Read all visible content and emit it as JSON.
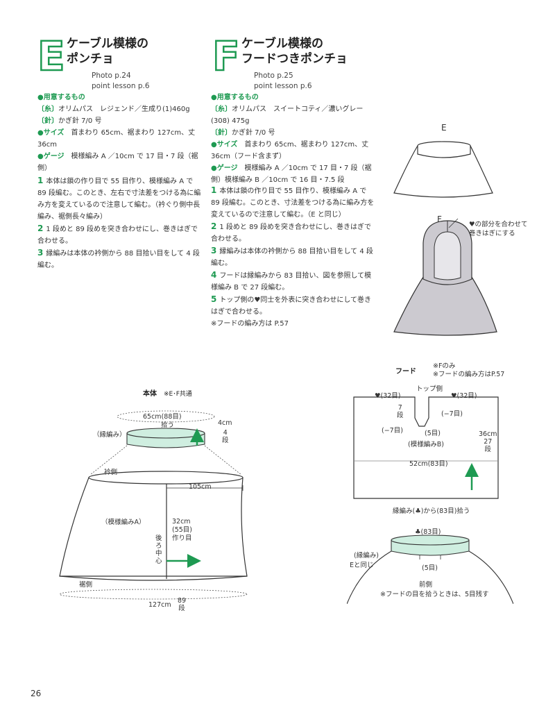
{
  "left": {
    "letter": "E",
    "title_line1": "ケーブル模様の",
    "title_line2": "ポンチョ",
    "photo": "Photo p.24",
    "lesson": "point lesson p.6",
    "materials_head": "●用意するもの",
    "yarn_tag": "〔糸〕",
    "yarn": "オリムパス　レジェンド／生成り(1)460g",
    "needle_tag": "〔針〕",
    "needle": "かぎ針 7/0 号",
    "size_tag": "●サイズ",
    "size": "首まわり 65cm、裾まわり 127cm、丈 36cm",
    "gauge_tag": "●ゲージ",
    "gauge": "模様編み A ／10cm で 17 目・7 段（裾側）",
    "steps": [
      {
        "n": "1",
        "t": "本体は鎖の作り目で 55 目作り、模様編み A で 89 段編む。このとき、左右で寸法差をつける為に編み方を変えているので注意して編む。（衿ぐり側中長編み、裾側長々編み）"
      },
      {
        "n": "2",
        "t": "1 段めと 89 段めを突き合わせにし、巻きはぎで合わせる。"
      },
      {
        "n": "3",
        "t": "縁編みは本体の衿側から 88 目拾い目をして 4 段編む。"
      }
    ]
  },
  "right": {
    "letter": "F",
    "title_line1": "ケーブル模様の",
    "title_line2": "フードつきポンチョ",
    "photo": "Photo p.25",
    "lesson": "point lesson p.6",
    "materials_head": "●用意するもの",
    "yarn_tag": "〔糸〕",
    "yarn": "オリムパス　スイートコティ／濃いグレー(308) 475g",
    "needle_tag": "〔針〕",
    "needle": "かぎ針 7/0 号",
    "size_tag": "●サイズ",
    "size": "首まわり 65cm、裾まわり 127cm、丈 36cm（フード含まず）",
    "gauge_tag": "●ゲージ",
    "gauge": "模様編み A ／10cm で 17 目・7 段（裾側）模様編み B ／10cm で 16 目・7.5 段",
    "steps": [
      {
        "n": "1",
        "t": "本体は鎖の作り目で 55 目作り、模様編み A で 89 段編む。このとき、寸法差をつける為に編み方を変えているので注意して編む。（E と同じ）"
      },
      {
        "n": "2",
        "t": "1 段めと 89 段めを突き合わせにし、巻きはぎで合わせる。"
      },
      {
        "n": "3",
        "t": "縁編みは本体の衿側から 88 目拾い目をして 4 段編む。"
      },
      {
        "n": "4",
        "t": "フードは縁編みから 83 目拾い、図を参照して模様編み B で 27 段編む。"
      },
      {
        "n": "5",
        "t": "トップ側の♥同士を外表に突き合わせにして巻きはぎで合わせる。"
      }
    ],
    "note": "※フードの編み方は P.57"
  },
  "illus": {
    "label_e": "E",
    "label_f": "F",
    "f_note_line1": "♥の部分を合わせて",
    "f_note_line2": "巻きはぎにする"
  },
  "body_diagram": {
    "title": "本体",
    "title_note": "※E･F共通",
    "neck": "65cm(88目)",
    "neck_pick": "拾う",
    "edge": "（縁編み）",
    "edge_h": "4cm",
    "edge_rows_a": "4",
    "edge_rows_b": "段",
    "collar_side": "衿側",
    "width": "105cm",
    "pattern": "（模様編みA）",
    "height": "32cm",
    "height_st": "(55目)",
    "height_make": "作り目",
    "back_center": "後ろ中心",
    "hem_side": "裾側",
    "hem": "127cm",
    "hem_rows_a": "89",
    "hem_rows_b": "段"
  },
  "hood_diagram": {
    "title": "フード",
    "note1": "※Fのみ",
    "note2": "※フードの編み方はP.57",
    "top_side": "トップ側",
    "left_top": "♥(32目)",
    "right_top": "♥(32目)",
    "dec_left_a": "7",
    "dec_left_b": "段",
    "dec_right": "(−7目)",
    "dec_left2": "(−7目)",
    "center_st": "(5目)",
    "pattern": "(模様編みB)",
    "height": "36cm",
    "height_rows_a": "27",
    "height_rows_b": "段",
    "width": "52cm(83目)",
    "pick": "縁編み(♣)から(83目)拾う"
  },
  "neck_diagram": {
    "top": "♣(83目)",
    "edge": "(縁編み)",
    "same_as_e": "Eと同じ",
    "center": "(5目)",
    "front": "前側",
    "note": "※フードの目を拾うときは、5目残す"
  },
  "page_number": "26",
  "colors": {
    "accent": "#1e9a52",
    "fill_light": "#cfeee0",
    "fill_gray": "#cccad0"
  }
}
